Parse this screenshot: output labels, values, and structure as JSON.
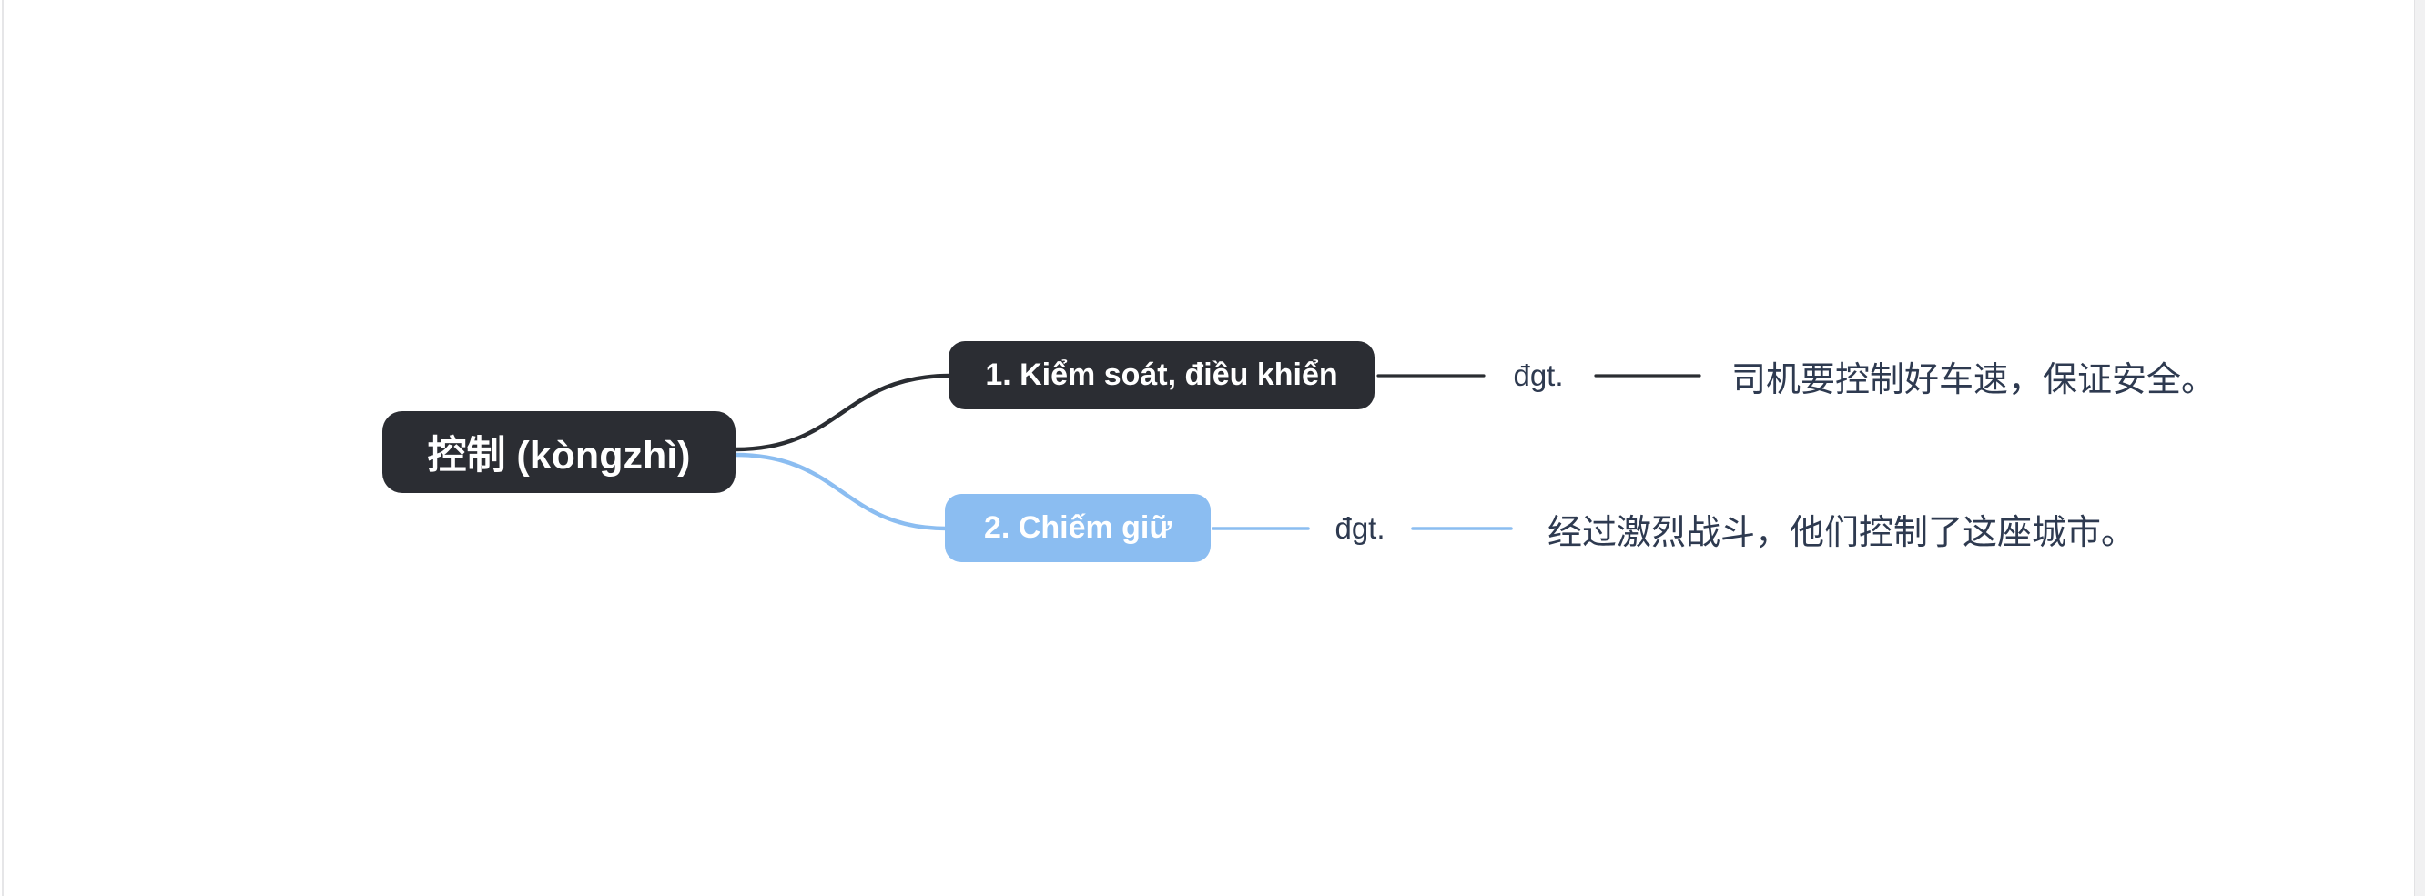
{
  "app": {
    "background": "#ffffff"
  },
  "chrome": {
    "left_border_color": "#e6e6e8",
    "scrollbar_track_color": "#f1f1f2",
    "scrollbar_border_color": "#e2e2e4"
  },
  "mindmap": {
    "root": {
      "label": "控制 (kòngzhì)",
      "bg": "#2b2d33",
      "text_color": "#ffffff"
    },
    "branches": [
      {
        "label": "1. Kiểm soát, điều khiển",
        "bg": "#2b2d33",
        "text_color": "#ffffff",
        "line_color": "#2a2d32",
        "pos": "đgt.",
        "example": "司机要控制好车速，保证安全。"
      },
      {
        "label": "2. Chiếm giữ",
        "bg": "#8bbdf1",
        "text_color": "#ffffff",
        "line_color": "#8bbdf1",
        "pos": "đgt.",
        "example": "经过激烈战斗，他们控制了这座城市。"
      }
    ],
    "detail_text_color": "#2e3a50"
  }
}
